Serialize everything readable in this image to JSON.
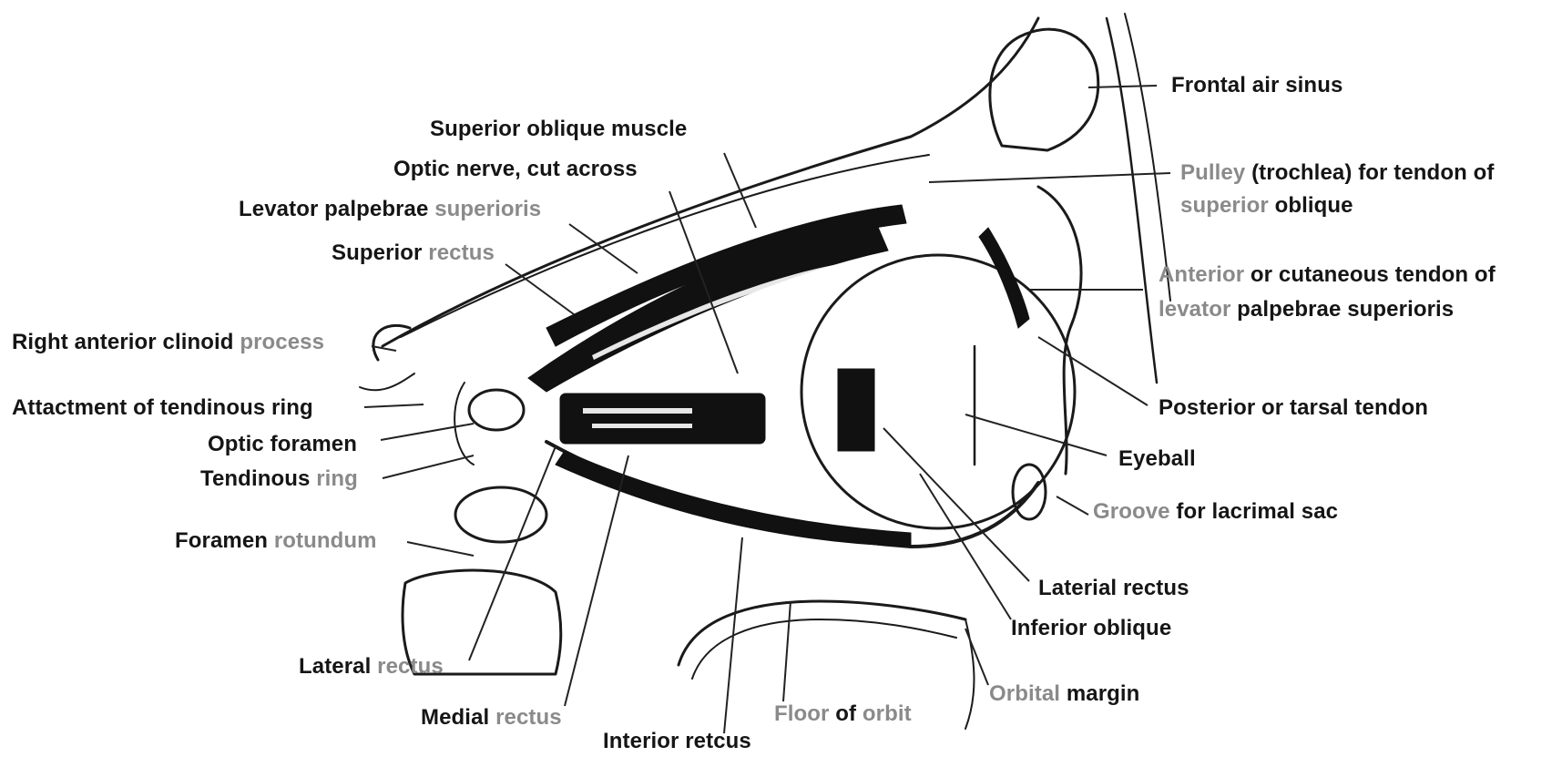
{
  "diagram": {
    "labels": {
      "frontal_air_sinus": [
        "Frontal air sinus"
      ],
      "superior_oblique_muscle": [
        "Superior oblique muscle"
      ],
      "optic_nerve_cut_across": [
        "Optic nerve, cut across"
      ],
      "levator_palpebrae_superioris": [
        "Levator palpebrae ",
        "superioris"
      ],
      "superior_rectus": [
        "Superior ",
        "rectus"
      ],
      "right_anterior_clinoid_process": [
        "Right anterior clinoid ",
        "process"
      ],
      "attachment_of_tendinous_ring": [
        "Attactment of tendinous ring"
      ],
      "optic_foramen": [
        "Optic foramen"
      ],
      "tendinous_ring": [
        "Tendinous ",
        "ring"
      ],
      "foramen_rotundum": [
        "Foramen ",
        "rotundum"
      ],
      "lateral_rectus_left": [
        "Lateral ",
        "rectus"
      ],
      "medial_rectus": [
        "Medial ",
        "rectus"
      ],
      "interior_retcus": [
        "Interior retcus"
      ],
      "floor_of_orbit": [
        "Floor ",
        "of ",
        "orbit"
      ],
      "orbital_margin": [
        "Orbital ",
        "margin"
      ],
      "inferior_oblique": [
        "Inferior oblique"
      ],
      "lateral_rectus_right": [
        "Laterial rectus"
      ],
      "groove_for_lacrimal_sac": [
        "Groove ",
        "for lacrimal sac"
      ],
      "eyeball": [
        "Eyeball"
      ],
      "posterior_or_tarsal_tendon": [
        "Posterior or tarsal tendon"
      ],
      "anterior_tendon_line1": [
        "Anterior ",
        "or cutaneous tendon of"
      ],
      "anterior_tendon_line2": [
        "levator ",
        "palpebrae superioris"
      ],
      "pulley_line1": [
        "Pulley ",
        "(trochlea) for tendon of"
      ],
      "pulley_line2": [
        "superior ",
        "oblique"
      ]
    }
  }
}
